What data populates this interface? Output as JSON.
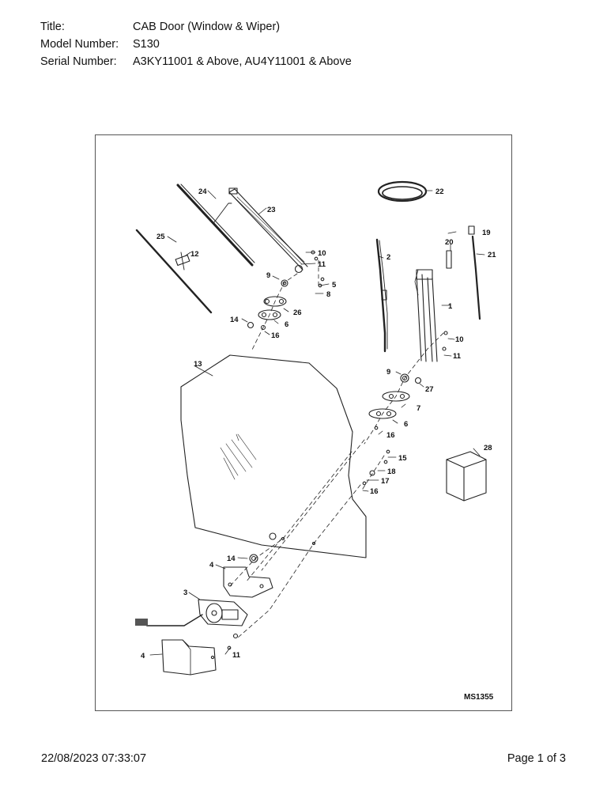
{
  "header": {
    "title_label": "Title:",
    "title_value": "CAB Door (Window & Wiper)",
    "model_label": "Model Number:",
    "model_value": "S130",
    "serial_label": "Serial Number:",
    "serial_value": "A3KY11001 & Above, AU4Y11001 & Above"
  },
  "diagram": {
    "reference_code": "MS1355",
    "callouts": [
      "1",
      "2",
      "3",
      "4",
      "4",
      "5",
      "6",
      "6",
      "7",
      "8",
      "9",
      "9",
      "10",
      "10",
      "11",
      "11",
      "11",
      "12",
      "13",
      "14",
      "14",
      "15",
      "16",
      "16",
      "16",
      "17",
      "18",
      "19",
      "20",
      "21",
      "22",
      "23",
      "24",
      "25",
      "26",
      "27",
      "28"
    ]
  },
  "footer": {
    "timestamp": "22/08/2023 07:33:07",
    "page_info": "Page 1 of 3"
  }
}
